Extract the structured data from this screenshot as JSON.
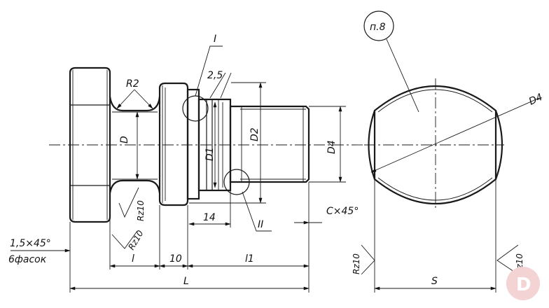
{
  "labels": {
    "radius": "R2",
    "dim_D": "D",
    "dim_D1": "D1",
    "dim_D2": "D2",
    "dim_D4": "D4",
    "dim_D4_view": "D4",
    "groove": "2,5",
    "detail_I": "I",
    "detail_II": "II",
    "dim_14": "14",
    "dim_10": "10",
    "dim_l": "l",
    "dim_l1": "l1",
    "dim_L": "L",
    "dim_S": "S",
    "chamfer_c": "C×45°",
    "chamfer_head": "1,5×45°",
    "chamfer_note": "6фасок",
    "rough_1": "Rz10",
    "rough_2": "Rz10",
    "rough_3": "Rz10",
    "rough_4": "Rz10",
    "note": "п.8",
    "watermark": "D"
  },
  "colors": {
    "line": "#1a1a1a",
    "watermark": "#f3d3d3"
  }
}
